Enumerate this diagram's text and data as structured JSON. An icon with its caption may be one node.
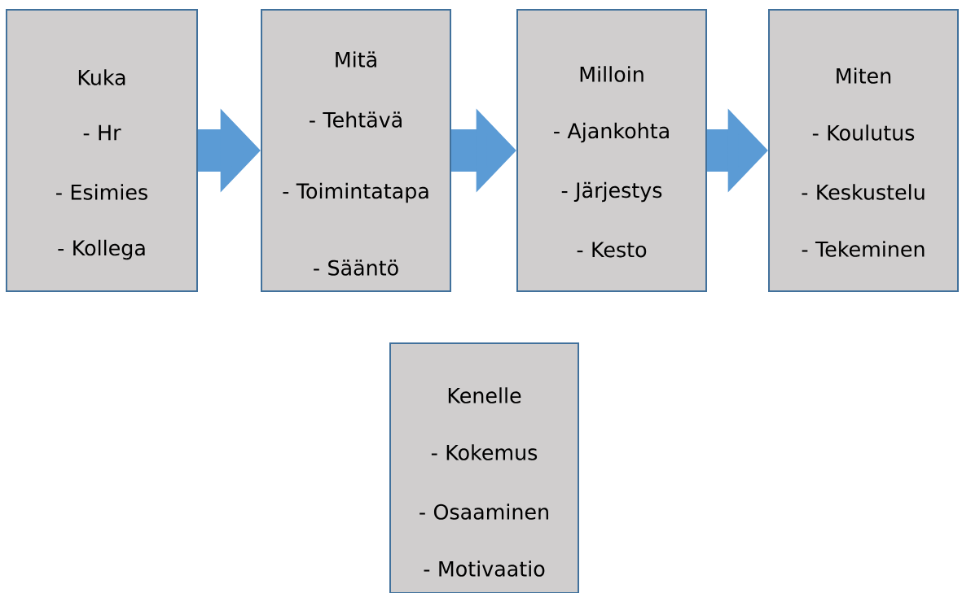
{
  "diagram": {
    "nodes": [
      {
        "text": [
          "Kuka",
          "- Hr",
          "- Esimies",
          "- Kollega"
        ]
      },
      {
        "text": [
          "Mitä",
          "- Tehtävä",
          "- Toimintatapa",
          "- Sääntö"
        ]
      },
      {
        "text": [
          "Milloin",
          "- Ajankohta",
          "- Järjestys",
          "- Kesto"
        ]
      },
      {
        "text": [
          "Miten",
          "- Koulutus",
          "- Keskustelu",
          "- Tekeminen"
        ]
      },
      {
        "text": [
          "Kenelle",
          "- Kokemus",
          "- Osaaminen",
          "- Motivaatio"
        ]
      }
    ],
    "edges": [
      {
        "from": 0,
        "to": 1,
        "arrow": "to"
      },
      {
        "from": 1,
        "to": 2,
        "arrow": "to"
      },
      {
        "from": 2,
        "to": 3,
        "arrow": "to"
      }
    ]
  }
}
